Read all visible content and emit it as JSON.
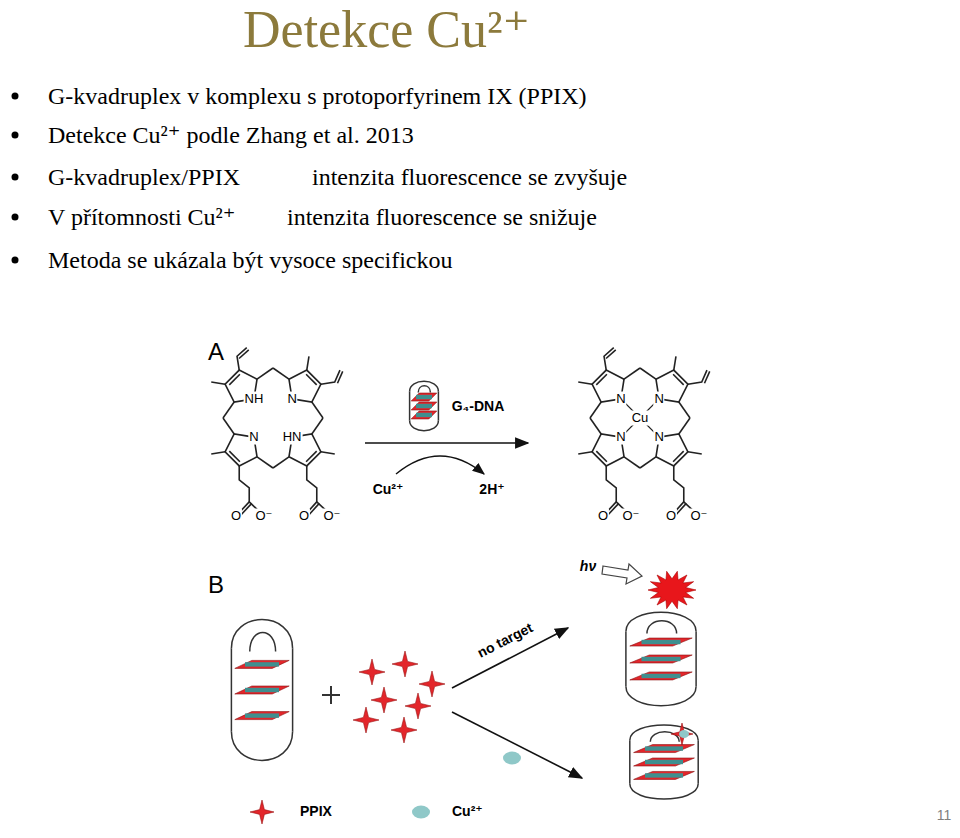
{
  "diagram": {
    "title": "Detekce Cu²⁺",
    "labels": [
      "G-kvadruplex v komplexu s protoporfyrinem IX (PPIX)",
      "Detekce Cu²⁺ podle Zhang et al. 2013",
      "G-kvadruplex/PPIX",
      "intenzita fluorescence se zvyšuje",
      "V přítomnosti Cu²⁺",
      "intenzita fluorescence se snižuje",
      "Metoda se ukázala být vysoce specifickou",
      "A",
      "NH",
      "N",
      "N",
      "HN",
      "O",
      "O⁻",
      "O",
      "O⁻",
      "G₄-DNA",
      "Cu²⁺",
      "2H⁺",
      "N",
      "N",
      "N",
      "N",
      "Cu",
      "O",
      "O⁻",
      "O",
      "O⁻",
      "B",
      "hν",
      "no target",
      "11"
    ],
    "legend": [
      {
        "text": "PPIX",
        "color": "#e3262b"
      },
      {
        "text": "Cu²⁺",
        "color": "#8fc8c8"
      }
    ]
  }
}
